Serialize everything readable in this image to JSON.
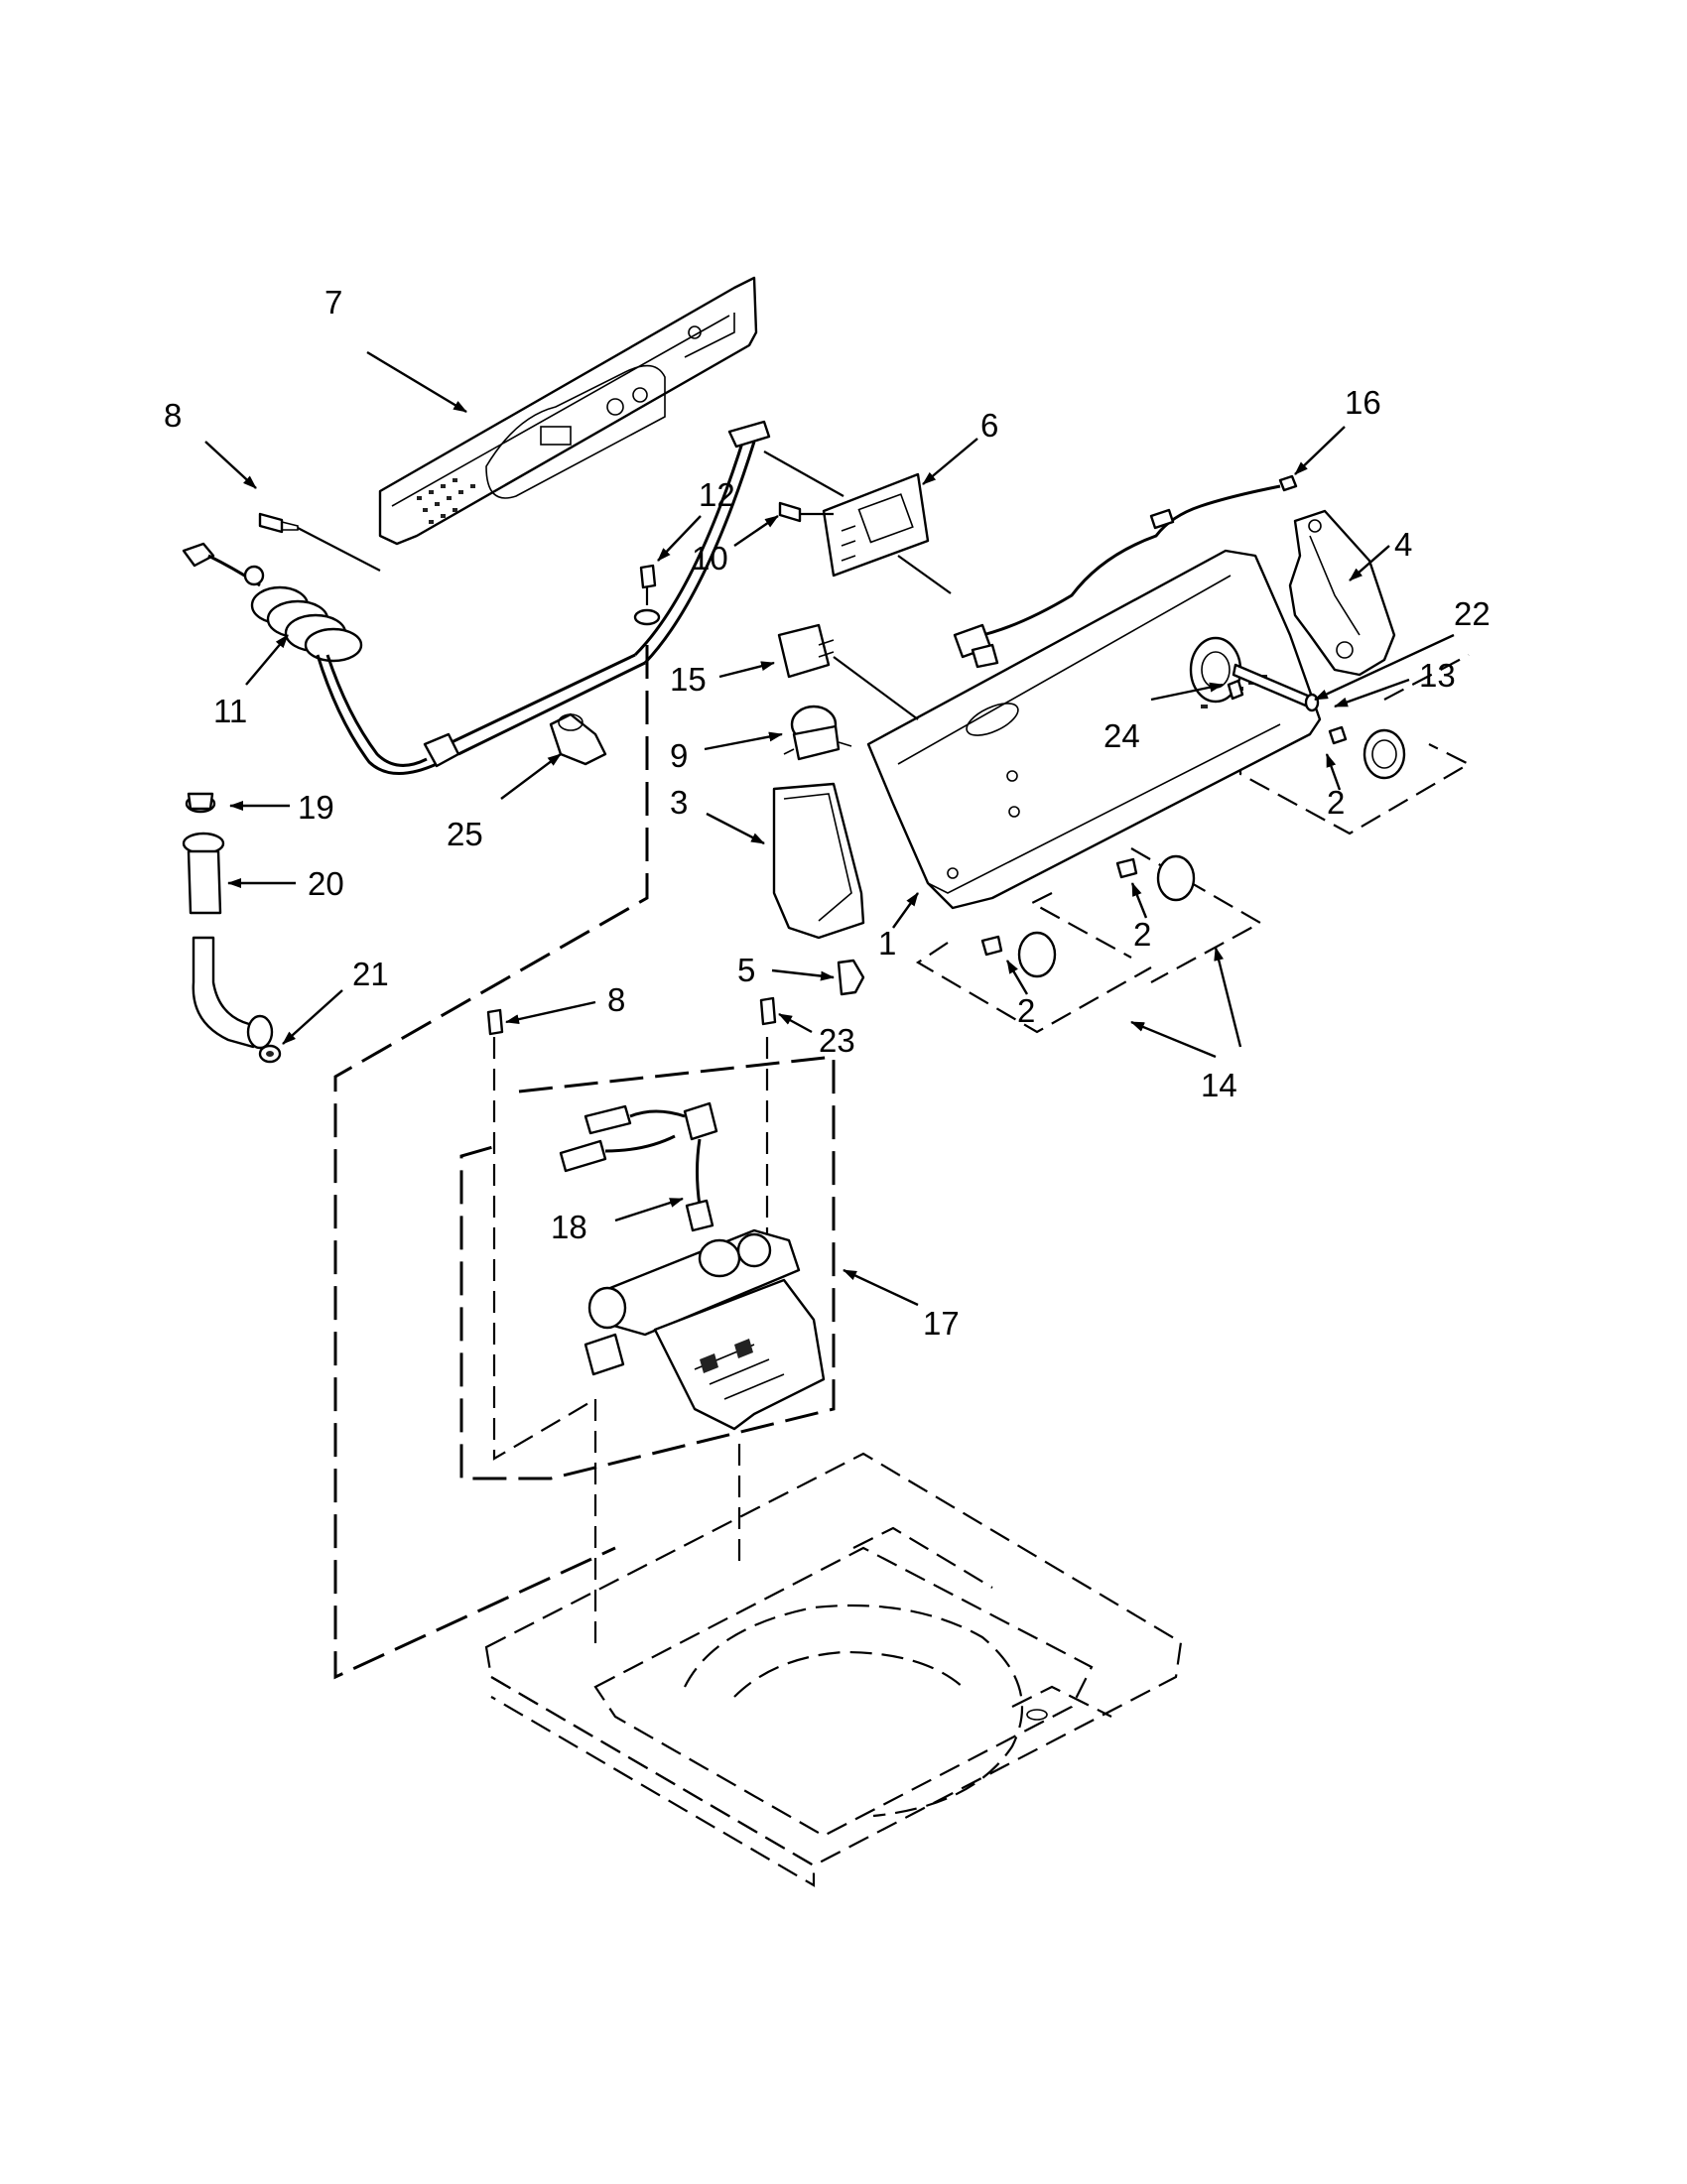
{
  "callouts": [
    {
      "id": "c7",
      "label": "7"
    },
    {
      "id": "c8a",
      "label": "8"
    },
    {
      "id": "c12",
      "label": "12"
    },
    {
      "id": "c6",
      "label": "6"
    },
    {
      "id": "c10",
      "label": "10"
    },
    {
      "id": "c16",
      "label": "16"
    },
    {
      "id": "c4",
      "label": "4"
    },
    {
      "id": "c22",
      "label": "22"
    },
    {
      "id": "c13",
      "label": "13"
    },
    {
      "id": "c24",
      "label": "24"
    },
    {
      "id": "c11",
      "label": "11"
    },
    {
      "id": "c15",
      "label": "15"
    },
    {
      "id": "c9",
      "label": "9"
    },
    {
      "id": "c3",
      "label": "3"
    },
    {
      "id": "c19",
      "label": "19"
    },
    {
      "id": "c20",
      "label": "20"
    },
    {
      "id": "c25",
      "label": "25"
    },
    {
      "id": "c21",
      "label": "21"
    },
    {
      "id": "c1",
      "label": "1"
    },
    {
      "id": "c5",
      "label": "5"
    },
    {
      "id": "c2a",
      "label": "2"
    },
    {
      "id": "c2b",
      "label": "2"
    },
    {
      "id": "c2c",
      "label": "2"
    },
    {
      "id": "c8b",
      "label": "8"
    },
    {
      "id": "c23",
      "label": "23"
    },
    {
      "id": "c14",
      "label": "14"
    },
    {
      "id": "c18",
      "label": "18"
    },
    {
      "id": "c17",
      "label": "17"
    }
  ]
}
